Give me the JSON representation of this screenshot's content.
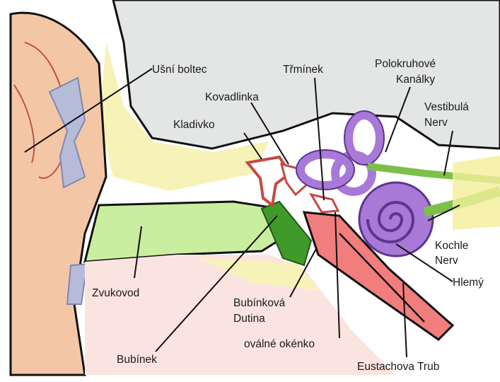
{
  "labels": {
    "pinna": "Ušní boltec",
    "incus": "Kovadlinka",
    "malleus": "Kladivko",
    "stapes": "Třmínek",
    "canals": [
      "Polokruhové",
      "Kanálky"
    ],
    "vestibular_nerve": [
      "Vestibulá",
      "Nerv"
    ],
    "cochlear_nerve": [
      "Kochle",
      "Nerv"
    ],
    "cochlea": "Hlemý",
    "ear_canal": "Zvukovod",
    "tympanic_cavity": [
      "Bubínková",
      "Dutina"
    ],
    "oval_window": "oválné okénko",
    "eardrum": "Bubínek",
    "eustachian_tube": "Eustachova Trub"
  },
  "colors": {
    "skin": "#f3c7a6",
    "bone": "#ffffff",
    "skull_bg": "#e4e6e5",
    "fat": "#f4ef9a",
    "canal_green": "#b7e68a",
    "eardrum_green": "#3f9a2a",
    "tube_red": "#f27d7d",
    "labyrinth_purple": "#a879d6",
    "nerve_green": "#7cc04a",
    "gray_cartilage": "#b6bbd8"
  }
}
